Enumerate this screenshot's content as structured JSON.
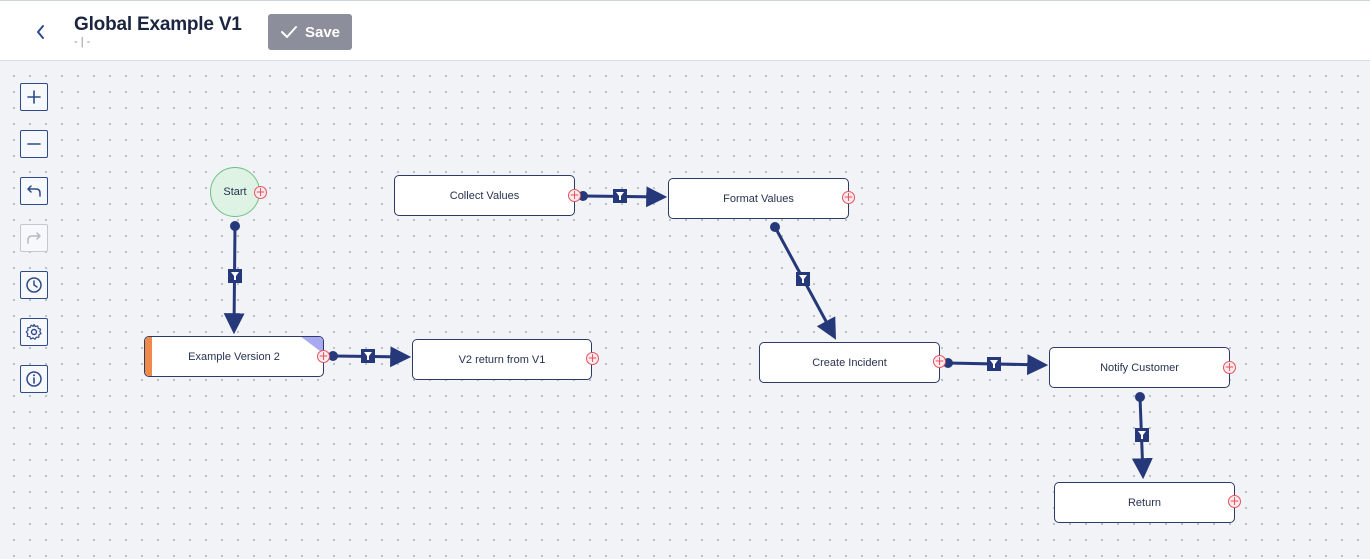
{
  "header": {
    "title": "Global Example V1",
    "subtitle": "- | -",
    "save_label": "Save"
  },
  "toolbar": {
    "items": [
      {
        "name": "zoom-in",
        "icon": "plus-icon"
      },
      {
        "name": "zoom-out",
        "icon": "minus-icon"
      },
      {
        "name": "undo",
        "icon": "undo-icon"
      },
      {
        "name": "redo",
        "icon": "redo-icon",
        "disabled": true
      },
      {
        "name": "history",
        "icon": "clock-icon"
      },
      {
        "name": "settings",
        "icon": "gear-icon"
      },
      {
        "name": "info",
        "icon": "info-icon"
      }
    ]
  },
  "flow": {
    "nodes": {
      "start": "Start",
      "example_version_2": "Example Version 2",
      "v2_return": "V2 return from V1",
      "collect_values": "Collect Values",
      "format_values": "Format Values",
      "create_incident": "Create Incident",
      "notify_customer": "Notify Customer",
      "return": "Return"
    }
  },
  "colors": {
    "edge": "#25397a",
    "start_fill": "#def3e3",
    "accent_orange": "#f08a4b",
    "corner_tag": "#a8a9f0",
    "add_handle": "#e0545f"
  }
}
